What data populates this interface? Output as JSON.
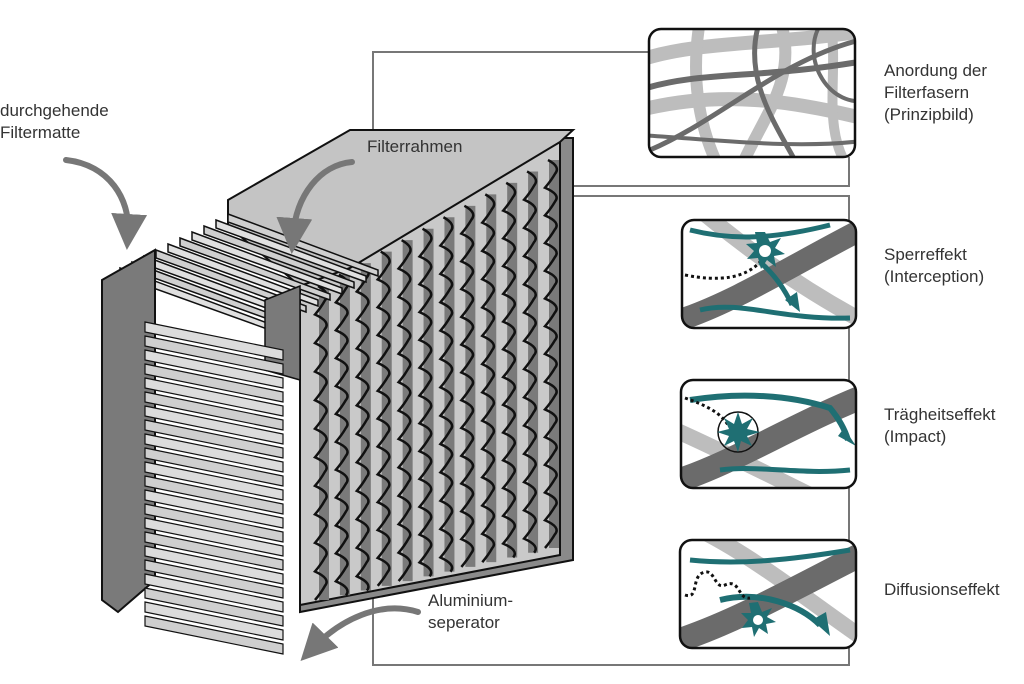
{
  "labels": {
    "filter_mat": [
      "durchgehende",
      "Filtermatte"
    ],
    "filter_frame": "Filterrahmen",
    "separator": [
      "Aluminium-",
      "seperator"
    ]
  },
  "panels": [
    {
      "id": "fiber-arrangement",
      "lines": [
        "Anordung der",
        "Filterfasern",
        "(Prinzipbild)"
      ]
    },
    {
      "id": "interception",
      "lines": [
        "Sperreffekt",
        "(Interception)"
      ]
    },
    {
      "id": "impact",
      "lines": [
        "Trägheitseffekt",
        "(Impact)"
      ]
    },
    {
      "id": "diffusion",
      "lines": [
        "Diffusionseffekt"
      ]
    }
  ],
  "colors": {
    "fiber_dark": "#6b6b6b",
    "fiber_light": "#bdbdbd",
    "particle_path": "#1f6f73",
    "frame_fill": "#c4c4c4",
    "pleat_dark": "#7a7a7a",
    "pleat_light": "#cfcfcf",
    "outline": "#111111",
    "connector": "#777777"
  },
  "pleat_columns": 12,
  "separator_rows": 22
}
